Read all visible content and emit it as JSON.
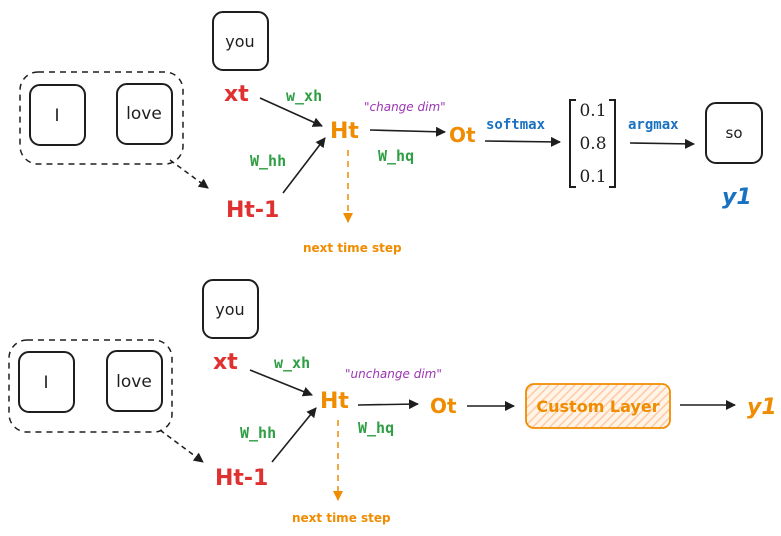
{
  "colors": {
    "red": "#e03131",
    "orange": "#f08c00",
    "green": "#2f9e44",
    "blue": "#1971c2",
    "purple": "#9c36b5",
    "ink": "#1e1e1e",
    "hatch": "#ffc9a8"
  },
  "top": {
    "input_words": [
      "I",
      "love"
    ],
    "input_token": "you",
    "xt": "xt",
    "w_xh": "w_xh",
    "ht": "Ht",
    "ht_prev": "Ht-1",
    "w_hh": "W_hh",
    "change_note": "\"change dim\"",
    "w_hq": "W_hq",
    "ot": "Ot",
    "softmax": "softmax",
    "vector": [
      "0.1",
      "0.8",
      "0.1"
    ],
    "argmax": "argmax",
    "output_token": "so",
    "y": "y1",
    "next_step": "next time step"
  },
  "bottom": {
    "input_words": [
      "I",
      "love"
    ],
    "input_token": "you",
    "xt": "xt",
    "w_xh": "w_xh",
    "ht": "Ht",
    "ht_prev": "Ht-1",
    "w_hh": "W_hh",
    "unchange_note": "\"unchange dim\"",
    "w_hq": "W_hq",
    "ot": "Ot",
    "custom_layer": "Custom Layer",
    "y": "y1",
    "next_step": "next time step"
  }
}
